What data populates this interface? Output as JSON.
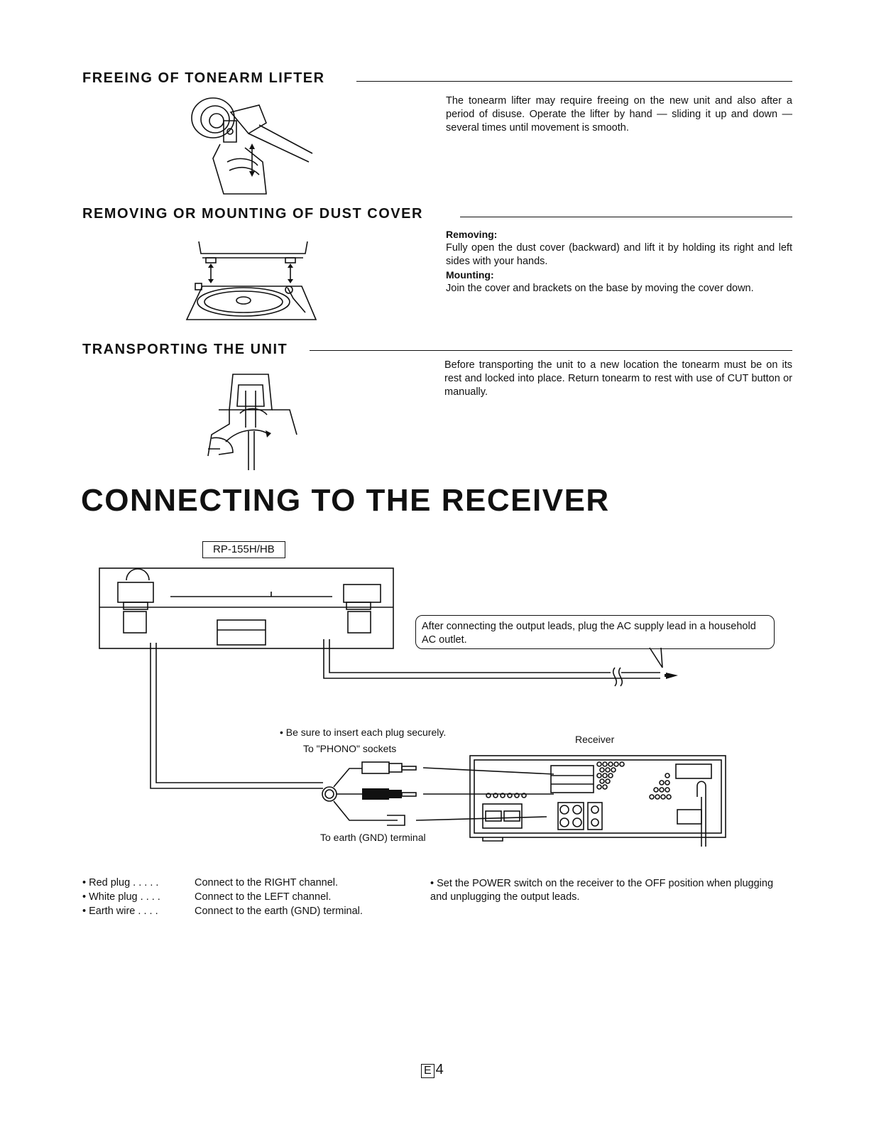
{
  "sections": {
    "tonearm": {
      "title": "FREEING OF TONEARM LIFTER",
      "text": "The tonearm lifter may require freeing on the new unit and also after a period of disuse. Operate the lifter by hand — sliding it up and down — several times until movement is smooth."
    },
    "dust_cover": {
      "title": "REMOVING OR MOUNTING OF DUST COVER",
      "removing_label": "Removing:",
      "removing_text": "Fully open the dust cover (backward) and lift it by holding its right and left sides with your hands.",
      "mounting_label": "Mounting:",
      "mounting_text": "Join the cover and brackets on the base by moving the cover down."
    },
    "transport": {
      "title": "TRANSPORTING THE UNIT",
      "text": "Before transporting the unit to a new location the tonearm must be on its rest and locked into place. Return tonearm to rest with use of CUT button or manually."
    }
  },
  "connecting": {
    "title": "CONNECTING TO THE RECEIVER",
    "model_label": "RP-155H/HB",
    "callout": "After connecting the output leads, plug the AC supply lead in a household AC outlet.",
    "insert_note": "• Be sure to insert each plug securely.",
    "phono_label": "To \"PHONO\" sockets",
    "receiver_label": "Receiver",
    "earth_label": "To earth (GND) terminal"
  },
  "plug_notes": [
    {
      "name": "• Red plug . . . . .",
      "desc": "Connect to the RIGHT channel."
    },
    {
      "name": "• White plug . . . .",
      "desc": "Connect to the LEFT channel."
    },
    {
      "name": "• Earth wire . . . .",
      "desc": "Connect to the earth (GND) terminal."
    }
  ],
  "power_note": "• Set the POWER switch on the receiver to the OFF position when plugging and unplugging the output leads.",
  "page": {
    "letter": "E",
    "number": "4"
  }
}
